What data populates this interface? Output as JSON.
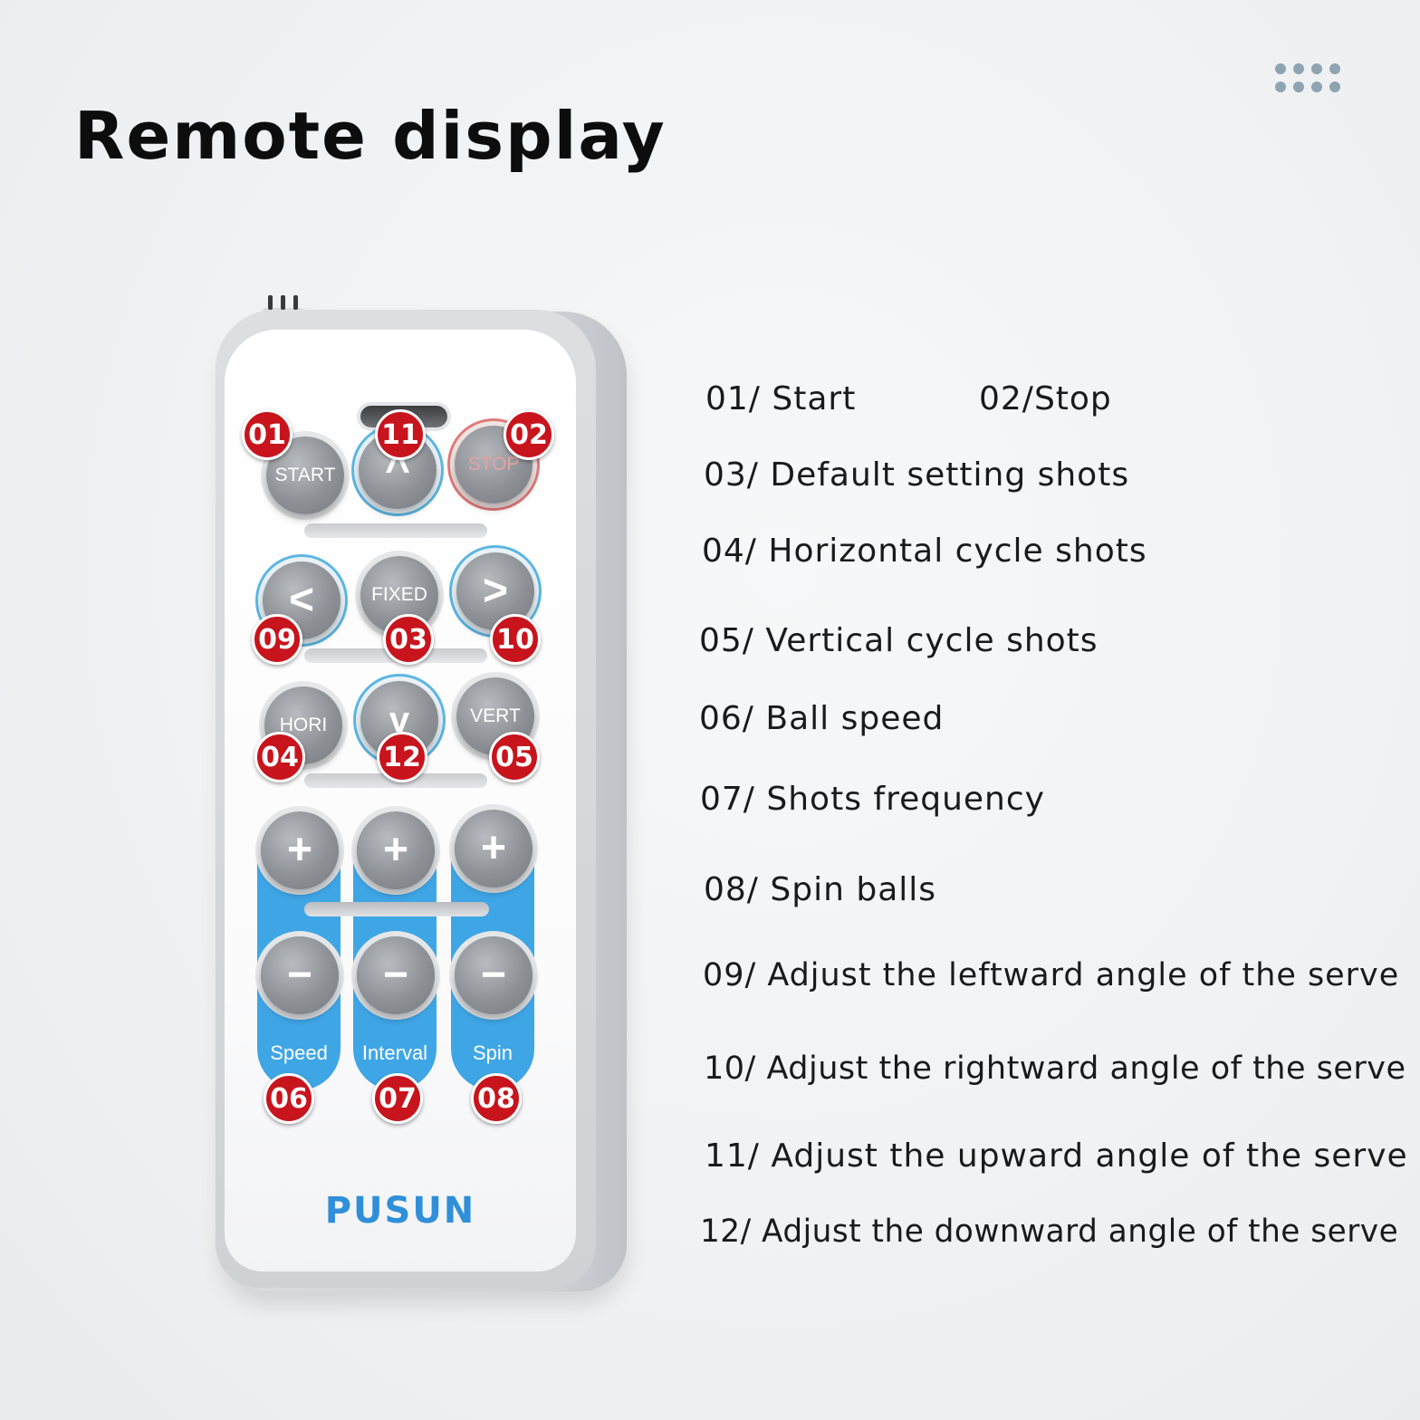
{
  "title": "Remote display",
  "remote": {
    "buttons": {
      "start": "START",
      "stop": "STOP",
      "up": "^",
      "left": "<",
      "fixed": "FIXED",
      "right": ">",
      "hori": "HORI",
      "down": "v",
      "vert": "VERT",
      "plus": "+",
      "minus": "−"
    },
    "strips": {
      "speed": "Speed",
      "interval": "Interval",
      "spin": "Spin"
    },
    "badges": {
      "b01": "01",
      "b02": "02",
      "b03": "03",
      "b04": "04",
      "b05": "05",
      "b06": "06",
      "b07": "07",
      "b08": "08",
      "b09": "09",
      "b10": "10",
      "b11": "11",
      "b12": "12"
    },
    "brand": "PUSUN",
    "colors": {
      "badge": "#c8141c",
      "accent": "#3fa6e6",
      "brand": "#2f8fd8"
    }
  },
  "legend": {
    "i01": "01/ Start",
    "i02": "02/Stop",
    "i03": "03/ Default setting shots",
    "i04": "04/ Horizontal cycle shots",
    "i05": "05/ Vertical cycle shots",
    "i06": "06/ Ball speed",
    "i07": "07/ Shots frequency",
    "i08": "08/ Spin balls",
    "i09": "09/ Adjust the leftward angle of the serve",
    "i10": "10/ Adjust the rightward angle of the serve",
    "i11": "11/ Adjust the upward angle of the serve",
    "i12": "12/ Adjust the downward angle of the serve"
  }
}
